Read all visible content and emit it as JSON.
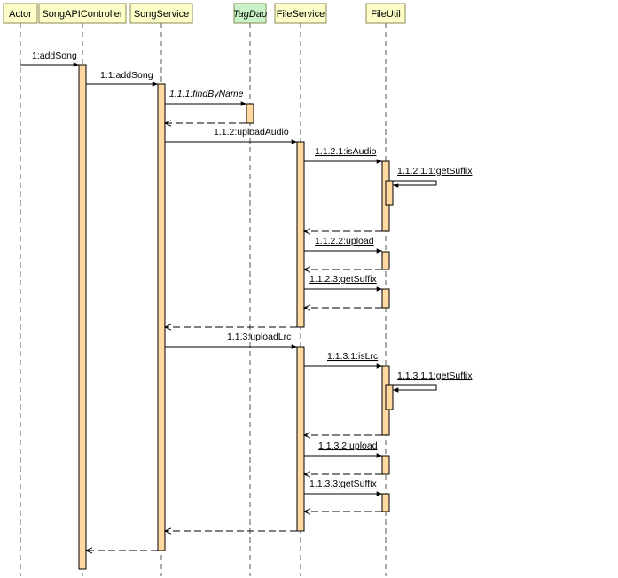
{
  "participants": [
    {
      "name": "Actor",
      "italic": false,
      "fill": "#fdfdc8"
    },
    {
      "name": "SongAPIController",
      "italic": false,
      "fill": "#fdfdc8"
    },
    {
      "name": "SongService",
      "italic": false,
      "fill": "#fdfdc8"
    },
    {
      "name": "TagDao",
      "italic": true,
      "fill": "#c8f3c8"
    },
    {
      "name": "FileService",
      "italic": false,
      "fill": "#fdfdc8"
    },
    {
      "name": "FileUtil",
      "italic": false,
      "fill": "#fdfdc8"
    }
  ],
  "messages": [
    {
      "label": "1:addSong",
      "from": "Actor",
      "to": "SongAPIController",
      "underline": false,
      "italic": false
    },
    {
      "label": "1.1:addSong",
      "from": "SongAPIController",
      "to": "SongService",
      "underline": false,
      "italic": false
    },
    {
      "label": "1.1.1:findByName",
      "from": "SongService",
      "to": "TagDao",
      "underline": false,
      "italic": true
    },
    {
      "label": "1.1.2:uploadAudio",
      "from": "SongService",
      "to": "FileService",
      "underline": false,
      "italic": false
    },
    {
      "label": "1.1.2.1:isAudio",
      "from": "FileService",
      "to": "FileUtil",
      "underline": true,
      "italic": false
    },
    {
      "label": "1.1.2.1.1:getSuffix",
      "from": "FileUtil",
      "to": "FileUtil",
      "underline": true,
      "italic": false
    },
    {
      "label": "1.1.2.2:upload",
      "from": "FileService",
      "to": "FileUtil",
      "underline": true,
      "italic": false
    },
    {
      "label": "1.1.2.3:getSuffix",
      "from": "FileService",
      "to": "FileUtil",
      "underline": true,
      "italic": false
    },
    {
      "label": "1.1.3:uploadLrc",
      "from": "SongService",
      "to": "FileService",
      "underline": false,
      "italic": false
    },
    {
      "label": "1.1.3.1:isLrc",
      "from": "FileService",
      "to": "FileUtil",
      "underline": true,
      "italic": false
    },
    {
      "label": "1.1.3.1.1:getSuffix",
      "from": "FileUtil",
      "to": "FileUtil",
      "underline": true,
      "italic": false
    },
    {
      "label": "1.1.3.2:upload",
      "from": "FileService",
      "to": "FileUtil",
      "underline": true,
      "italic": false
    },
    {
      "label": "1.1.3.3:getSuffix",
      "from": "FileService",
      "to": "FileUtil",
      "underline": true,
      "italic": false
    }
  ]
}
